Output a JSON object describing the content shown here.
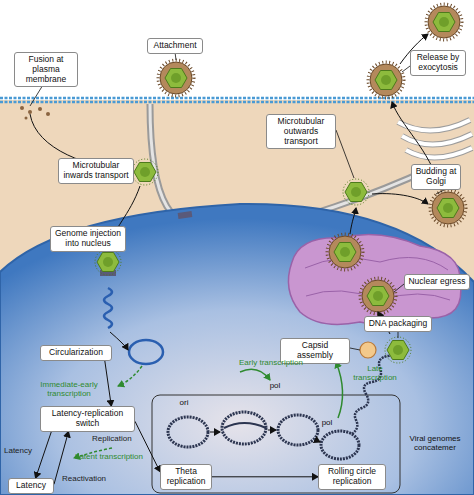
{
  "diagram": {
    "nodes": [
      {
        "text": [
          "Attachment"
        ]
      },
      {
        "text": [
          "Fusion at plasma membrane"
        ]
      },
      {
        "text": [
          "Release by exocytosis"
        ]
      },
      {
        "text": [
          "Microtubular outwards transport"
        ]
      },
      {
        "text": [
          "Microtubular inwards transport"
        ]
      },
      {
        "text": [
          "Budding at Golgi"
        ]
      },
      {
        "text": [
          "Genome injection into nucleus"
        ]
      },
      {
        "text": [
          "Nuclear egress"
        ]
      },
      {
        "text": [
          "DNA packaging"
        ]
      },
      {
        "text": [
          "Capsid assembly"
        ]
      },
      {
        "text": [
          "Circularization"
        ]
      },
      {
        "text": [
          "Latency-replication switch"
        ]
      },
      {
        "text": [
          "Theta replication"
        ]
      },
      {
        "text": [
          "Rolling circle replication"
        ]
      },
      {
        "text": [
          "Latency"
        ]
      }
    ],
    "edges": [
      {
        "from": 10,
        "to": 11,
        "arrow": "to"
      },
      {
        "from": 11,
        "to": 14,
        "arrow": "to",
        "label": "Latency"
      },
      {
        "from": 14,
        "to": 11,
        "arrow": "to",
        "label": "Reactivation"
      },
      {
        "from": 11,
        "to": 12,
        "arrow": "to",
        "label": "Replication"
      },
      {
        "from": 12,
        "to": 13,
        "arrow": "to"
      }
    ],
    "labels": [
      "Immediate-early transcription",
      "Latent transcription",
      "ori",
      "pol",
      "Early transcription",
      "pol",
      "Late transcription",
      "Viral genomes concatemer"
    ]
  }
}
